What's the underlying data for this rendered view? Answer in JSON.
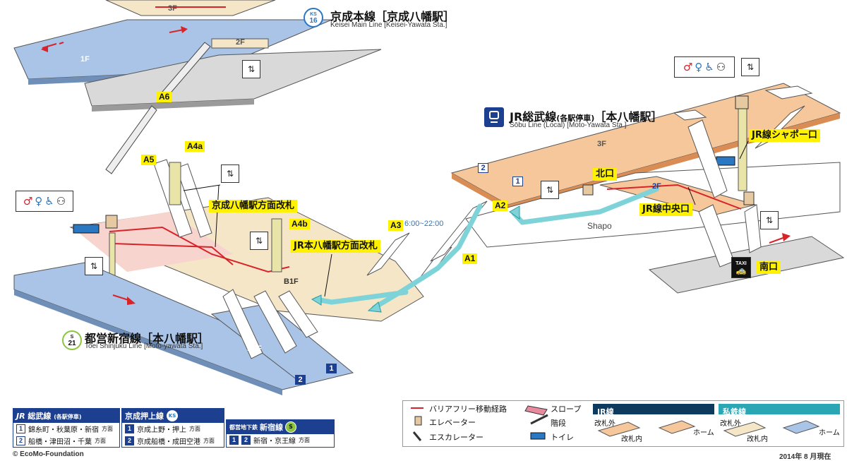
{
  "lines": {
    "keisei": {
      "badge_top": "KS",
      "badge_num": "16",
      "name_ja": "京成本線［京成八幡駅］",
      "name_en": "Keisei Main Line [Keisei-Yawata Sta.]"
    },
    "jr": {
      "name_ja_main": "JR総武線",
      "name_ja_sub": "(各駅停車)",
      "name_ja_sta": "［本八幡駅］",
      "name_en": "Sōbu Line (Local) [Moto-Yawata Sta.]"
    },
    "toei": {
      "badge_top": "S",
      "badge_num": "21",
      "name_ja": "都営新宿線［本八幡駅］",
      "name_en": "Toei Shinjuku Line [Moto-yawata Sta.]"
    }
  },
  "floors": {
    "keisei_3f": "3F",
    "keisei_2f": "2F",
    "keisei_1f": "1F",
    "jr_3f": "3F",
    "jr_2f": "2F",
    "toei_b1f": "B1F",
    "toei_b3f": "B3F"
  },
  "platforms": {
    "jr_2": "2",
    "jr_1": "1",
    "toei_1": "1",
    "toei_2": "2"
  },
  "exits": {
    "a6": "A6",
    "a5": "A5",
    "a4a": "A4a",
    "a4b": "A4b",
    "a3": "A3",
    "a3_hours": "6:00~22:00",
    "a2": "A2",
    "a1": "A1"
  },
  "signs": {
    "keisei_gate": "京成八幡駅方面改札",
    "jr_gate": "JR本八幡駅方面改札",
    "jr_shapo_exit": "JR線シャポー口",
    "kitaguchi": "北口",
    "jr_central": "JR線中央口",
    "minamiguchi": "南口",
    "shapo": "Shapo",
    "taxi": "TAXI"
  },
  "legend_lines": {
    "jr": {
      "logo": "JR",
      "title": "総武線",
      "sub": "(各駅停車)",
      "rows": [
        {
          "n": "1",
          "text": "錦糸町・秋葉原・新宿",
          "dir": "方面"
        },
        {
          "n": "2",
          "text": "船橋・津田沼・千葉",
          "dir": "方面"
        }
      ]
    },
    "keisei": {
      "title": "京成押上線",
      "badge": "KS",
      "rows": [
        {
          "n": "1",
          "text": "京成上野・押上",
          "dir": "方面"
        },
        {
          "n": "2",
          "text": "京成船橋・成田空港",
          "dir": "方面"
        }
      ]
    },
    "toei": {
      "prefix": "都営地下鉄",
      "title": "新宿線",
      "badge": "S",
      "n1": "1",
      "n2": "2",
      "text": "新宿・京王線",
      "dir": "方面"
    }
  },
  "legend_symbols": {
    "barrier_free": "バリアフリー移動経路",
    "elevator": "エレベーター",
    "escalator": "エスカレーター",
    "slope": "スロープ",
    "stairs": "階段",
    "toilet": "トイレ",
    "jr_line": "JR線",
    "private_line": "私鉄線",
    "outside_gate": "改札外",
    "inside_gate": "改札内",
    "home": "ホーム"
  },
  "colors": {
    "jr_concourse": "#f6c79a",
    "private_concourse": "#f5e6c8",
    "platform": "#a9c4e6",
    "route": "#7dd3d8",
    "keisei_blue": "#2a78c2",
    "jr_navy": "#1d3f8f",
    "toei_green": "#8cc63f",
    "slope_pink": "#e88aa0"
  },
  "footer": {
    "copyright": "© EcoMo-Foundation",
    "date": "2014年 8 月現在"
  }
}
